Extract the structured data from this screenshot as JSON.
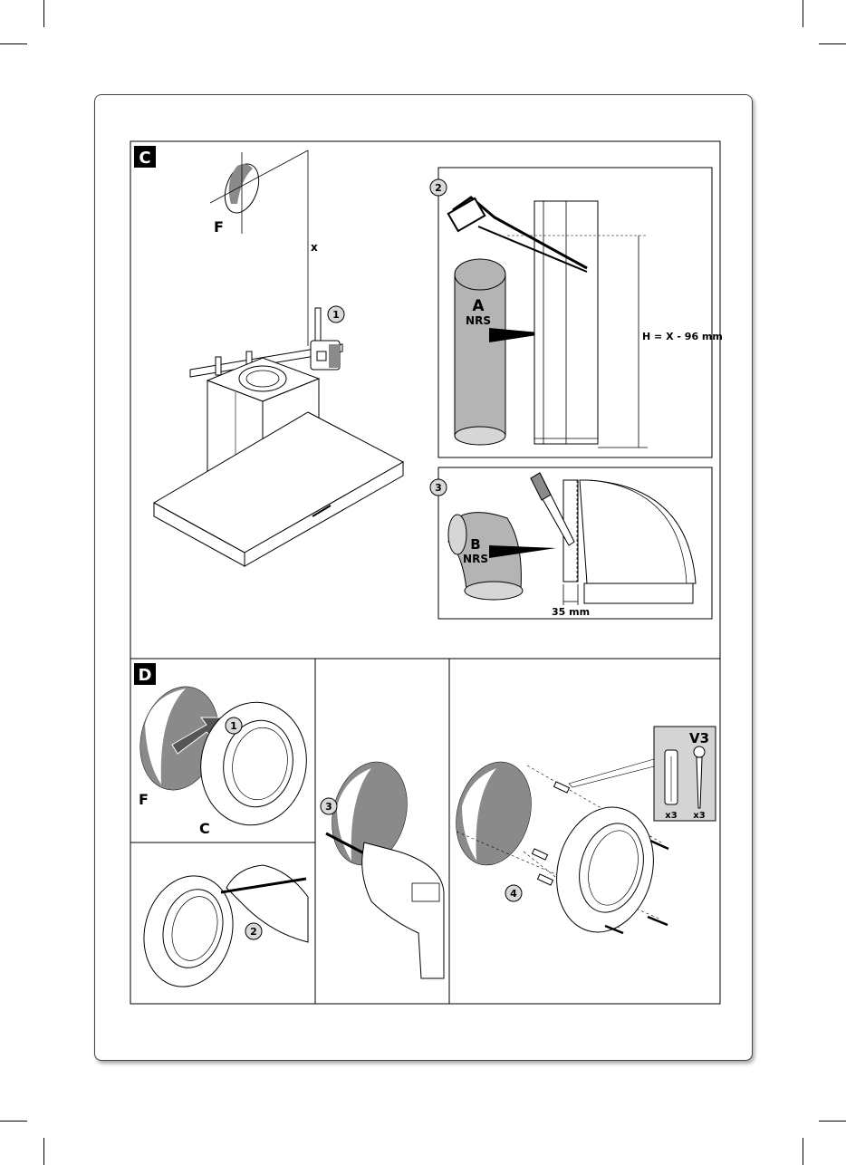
{
  "sections": {
    "c": {
      "label": "C"
    },
    "d": {
      "label": "D"
    }
  },
  "figure_c": {
    "hole_label": "F",
    "height_label": "x",
    "step1": "1",
    "step2": "2",
    "step3": "3",
    "pipe_a_letter": "A",
    "pipe_a_sub": "NRS",
    "height_formula": "H = X - 96 mm",
    "pipe_b_letter": "B",
    "pipe_b_sub": "NRS",
    "cut_length": "35 mm"
  },
  "figure_d": {
    "step1": "1",
    "hole_label": "F",
    "flange_label": "C",
    "step2": "2",
    "step3": "3",
    "step4": "4",
    "kit_label": "V3",
    "plug_qty": "x3",
    "screw_qty": "x3"
  },
  "colors": {
    "hole_grey": "#8a8a8a",
    "pipe_grey": "#b4b4b4",
    "badge_bg": "#000000"
  }
}
